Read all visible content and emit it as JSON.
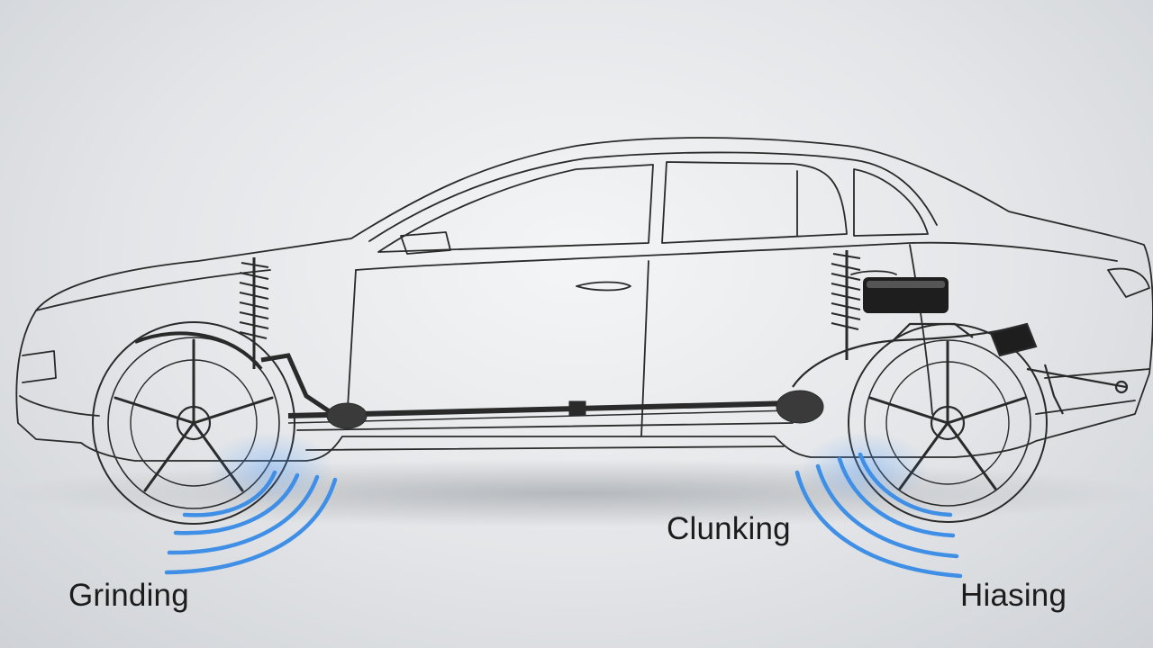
{
  "labels": {
    "grinding": "Grinding",
    "clunking": "Clunking",
    "hissing": "Hiasing"
  },
  "colors": {
    "background": "#e6e8ea",
    "line_art": "#2a2a2a",
    "sound_wave": "#3f8fe6"
  },
  "icons": {
    "front_waves": "sound-wave-icon",
    "rear_waves": "sound-wave-icon"
  }
}
